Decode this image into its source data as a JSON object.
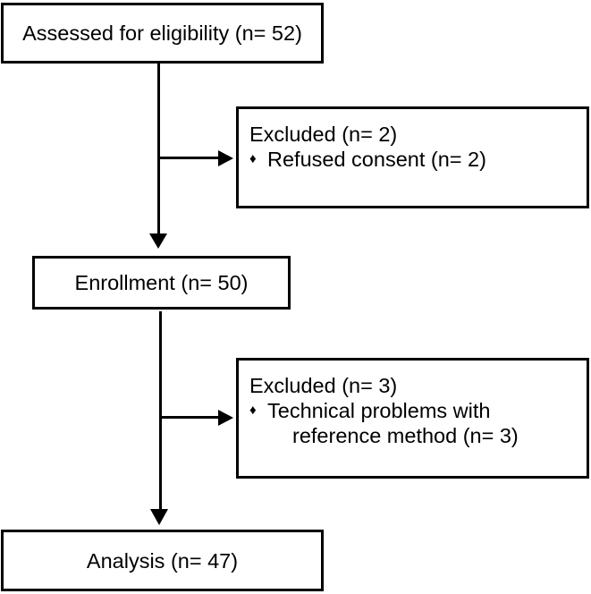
{
  "diagram": {
    "type": "enrollment-flowchart",
    "bullet_icon": "♦",
    "colors": {
      "line": "#000000",
      "text": "#000000",
      "background": "#ffffff"
    },
    "nodes": {
      "assessed": {
        "label": "Assessed for eligibility (n= 52)"
      },
      "excluded_top": {
        "title": "Excluded (n= 2)",
        "bullets": [
          "Refused consent (n= 2)"
        ]
      },
      "enrollment": {
        "label": "Enrollment (n= 50)"
      },
      "excluded_bottom": {
        "title": "Excluded (n= 3)",
        "bullets": [
          "Technical problems with reference method (n= 3)"
        ]
      },
      "analysis": {
        "label": "Analysis (n= 47)"
      }
    },
    "edges": [
      {
        "from": "assessed",
        "to": "enrollment"
      },
      {
        "from": "assessed",
        "to": "excluded_top"
      },
      {
        "from": "enrollment",
        "to": "analysis"
      },
      {
        "from": "enrollment",
        "to": "excluded_bottom"
      }
    ]
  }
}
